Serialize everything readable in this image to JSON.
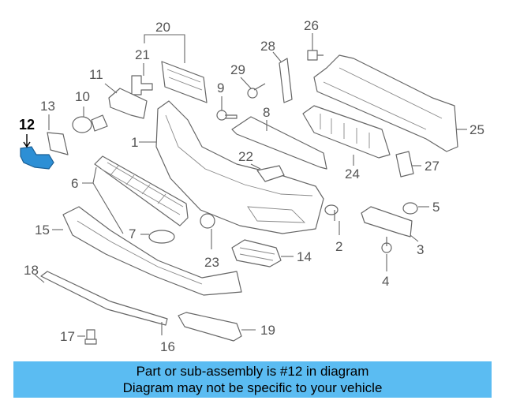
{
  "callouts": [
    {
      "id": "1",
      "text": "1"
    },
    {
      "id": "2",
      "text": "2"
    },
    {
      "id": "3",
      "text": "3"
    },
    {
      "id": "4",
      "text": "4"
    },
    {
      "id": "5",
      "text": "5"
    },
    {
      "id": "6",
      "text": "6"
    },
    {
      "id": "7",
      "text": "7"
    },
    {
      "id": "8",
      "text": "8"
    },
    {
      "id": "9",
      "text": "9"
    },
    {
      "id": "10",
      "text": "10"
    },
    {
      "id": "11",
      "text": "11"
    },
    {
      "id": "12",
      "text": "12"
    },
    {
      "id": "13",
      "text": "13"
    },
    {
      "id": "14",
      "text": "14"
    },
    {
      "id": "15",
      "text": "15"
    },
    {
      "id": "16",
      "text": "16"
    },
    {
      "id": "17",
      "text": "17"
    },
    {
      "id": "18",
      "text": "18"
    },
    {
      "id": "19",
      "text": "19"
    },
    {
      "id": "20",
      "text": "20"
    },
    {
      "id": "21",
      "text": "21"
    },
    {
      "id": "22",
      "text": "22"
    },
    {
      "id": "23",
      "text": "23"
    },
    {
      "id": "24",
      "text": "24"
    },
    {
      "id": "25",
      "text": "25"
    },
    {
      "id": "26",
      "text": "26"
    },
    {
      "id": "27",
      "text": "27"
    },
    {
      "id": "28",
      "text": "28"
    },
    {
      "id": "29",
      "text": "29"
    }
  ],
  "highlighted_part": "12",
  "colors": {
    "highlight": "#2d8fd5",
    "banner": "#5bbcf2"
  },
  "banner": {
    "line1": "Part or sub-assembly is #12 in diagram",
    "line2": "Diagram may not be specific to your vehicle"
  }
}
